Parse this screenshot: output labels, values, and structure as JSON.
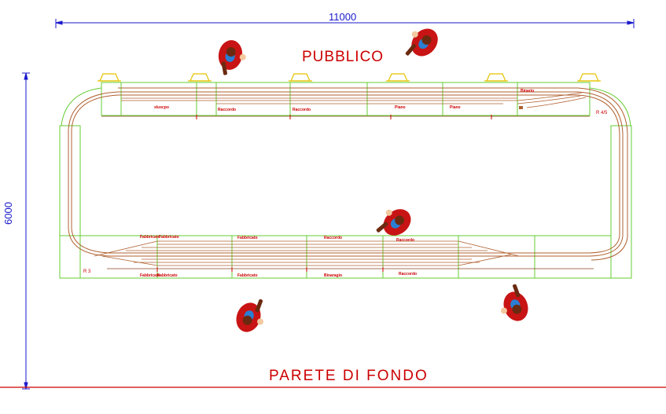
{
  "labels": {
    "top_area": "PUBBLICO",
    "bottom_wall": "PARETE DI FONDO",
    "width_dim": "11000",
    "height_dim": "6000",
    "radius_left": "R 3",
    "radius_right": "R 4/5"
  },
  "top_module_tags": [
    "sluscpo",
    "Raccordo",
    "Raccordo",
    "Piano",
    "Piano",
    "Binario"
  ],
  "bottom_module_tags_upper": [
    "Fabbricato",
    "Fabbricato",
    "Fabbricato",
    "Raccordo",
    "Raccordo"
  ],
  "bottom_module_tags_lower": [
    "Fabbricato",
    "Fabbricato",
    "Fabbricato",
    "Binaragio",
    "Raccordo"
  ],
  "people": [
    {
      "name": "person-top-left",
      "facing": "down"
    },
    {
      "name": "person-top-right",
      "facing": "down-left"
    },
    {
      "name": "person-center",
      "facing": "down-left"
    },
    {
      "name": "person-bottom-left",
      "facing": "up"
    },
    {
      "name": "person-bottom-right",
      "facing": "up-left"
    }
  ],
  "colors": {
    "module_outline": "#66cc33",
    "track": "#b06030",
    "track_dark": "#8a4020",
    "dimension": "#1a1acc",
    "label": "#cc0000",
    "wall": "#cc0000",
    "lamp": "#e6c200",
    "person_body": "#c81414",
    "person_shirt": "#2a7fd4",
    "person_skin": "#f3c9a0",
    "person_hair": "#6b2a10"
  }
}
